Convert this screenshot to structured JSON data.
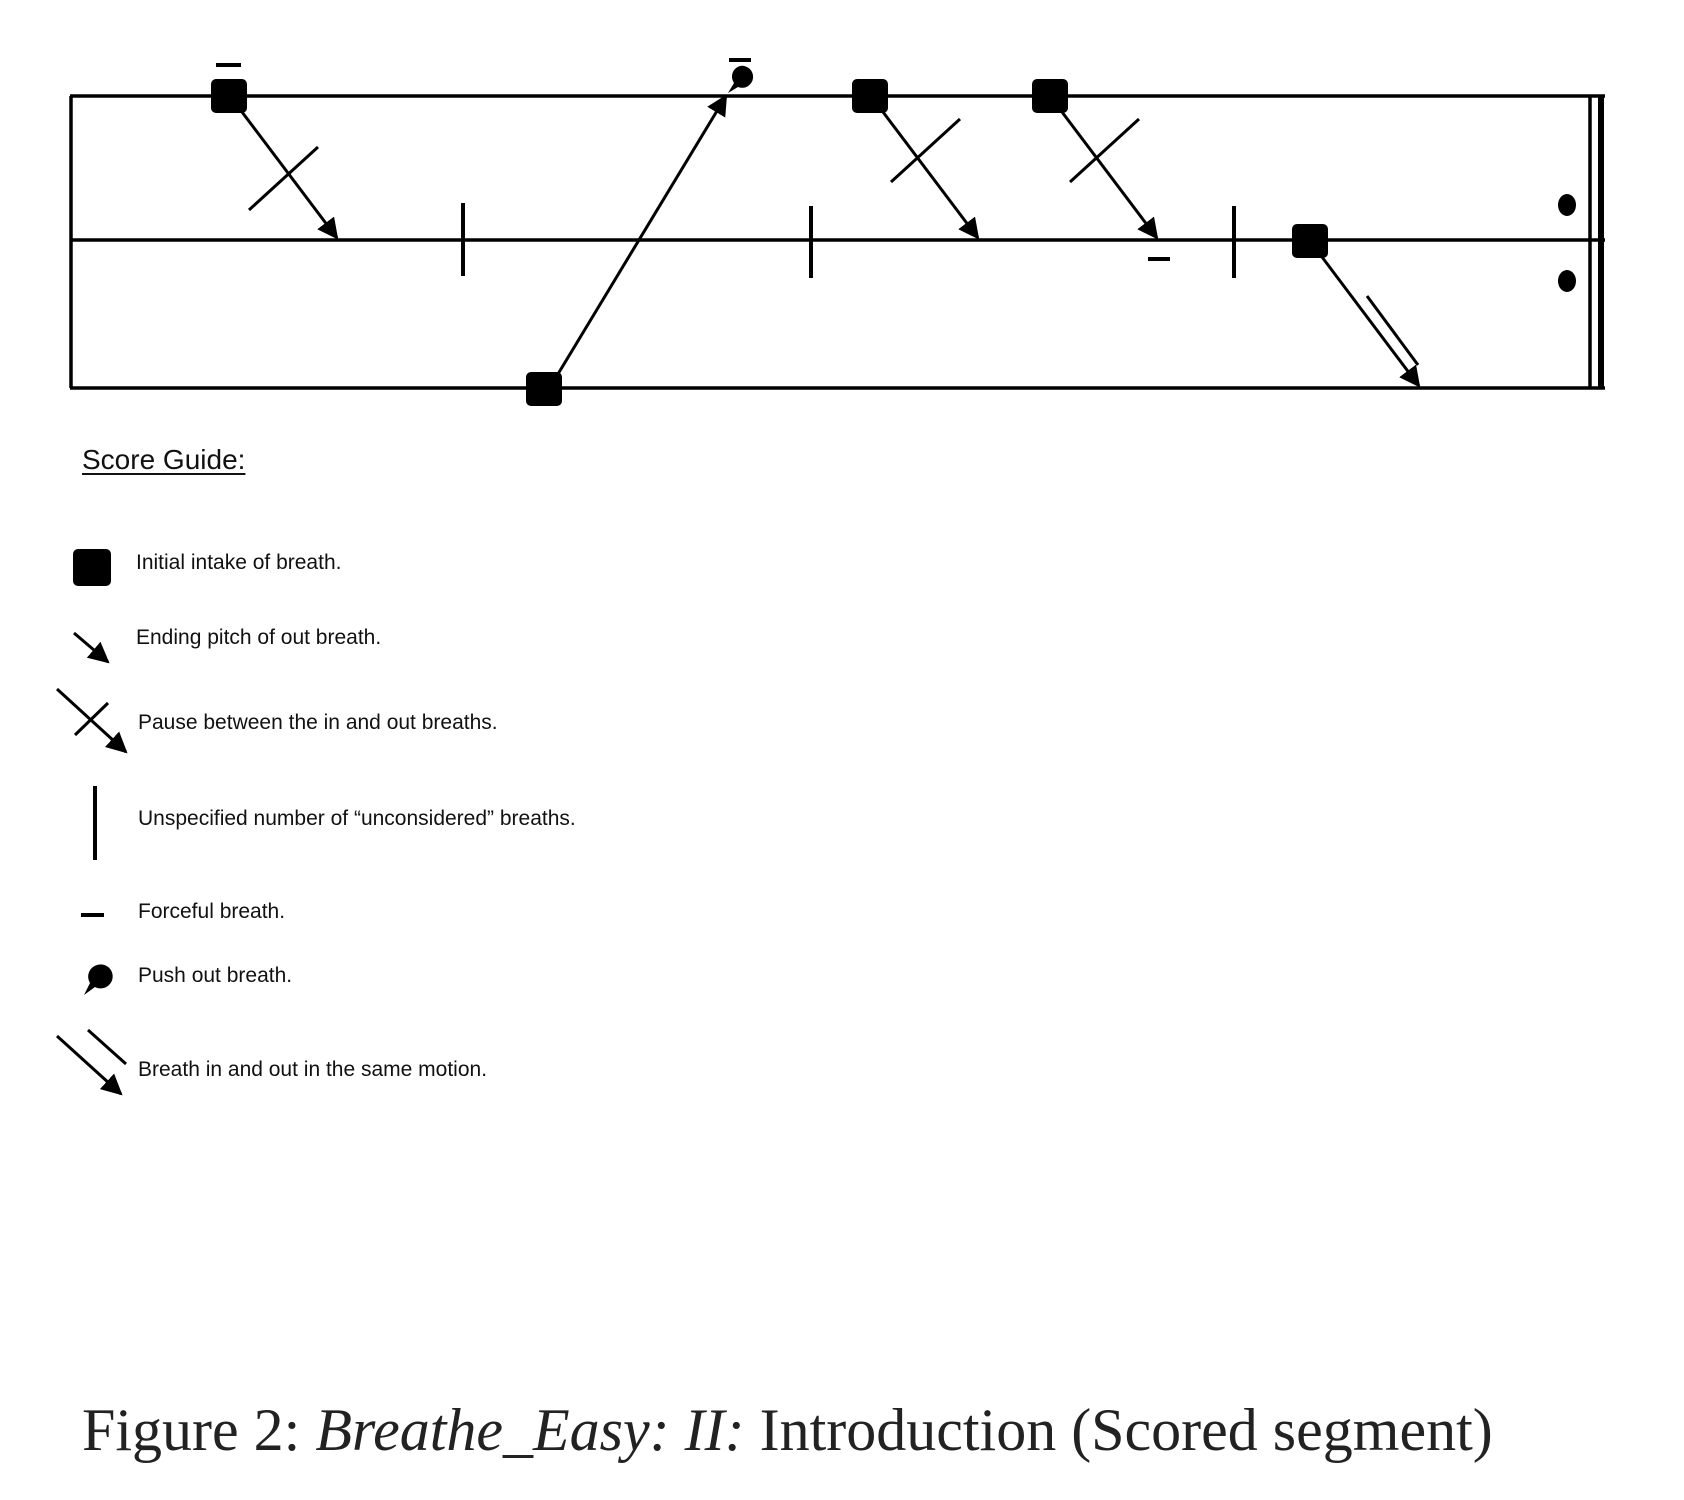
{
  "score_guide": {
    "heading": "Score Guide:",
    "items": [
      {
        "icon": "square-icon",
        "label": "Initial intake of breath."
      },
      {
        "icon": "arrow-icon",
        "label": "Ending pitch of out breath."
      },
      {
        "icon": "cross-arrow-icon",
        "label": "Pause between the in and out breaths."
      },
      {
        "icon": "vertical-bar-icon",
        "label": "Unspecified number of “unconsidered” breaths."
      },
      {
        "icon": "dash-icon",
        "label": "Forceful breath."
      },
      {
        "icon": "push-dot-icon",
        "label": "Push out breath."
      },
      {
        "icon": "double-arrow-icon",
        "label": "Breath in and out in the same motion."
      }
    ]
  },
  "caption": {
    "prefix": "Figure 2: ",
    "title_italic": "Breathe_Easy: II:",
    "suffix": " Introduction (Scored segment)"
  },
  "colors": {
    "ink": "#000000",
    "caption": "#222222"
  }
}
